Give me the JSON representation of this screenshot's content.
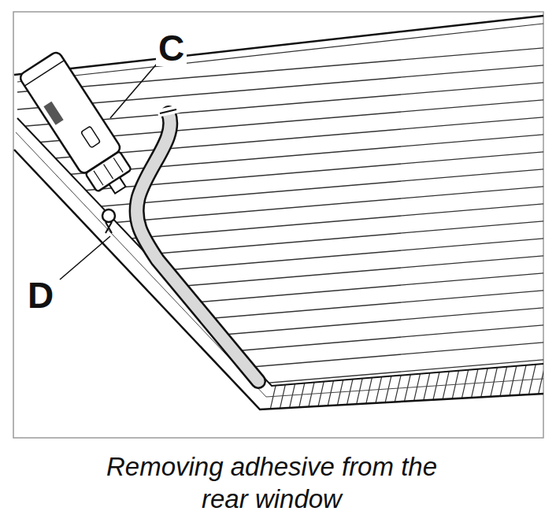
{
  "diagram": {
    "caption": "Removing adhesive from the rear window",
    "labels": [
      "C",
      "D"
    ]
  }
}
